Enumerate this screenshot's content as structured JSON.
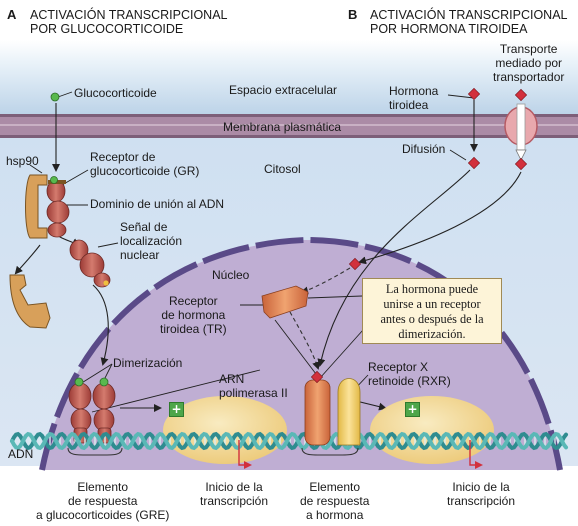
{
  "panel_a": {
    "letter": "A",
    "title": "ACTIVACIÓN TRANSCRIPCIONAL\nPOR GLUCOCORTICOIDE",
    "labels": {
      "glucocorticoide": "Glucocorticoide",
      "hsp90": "hsp90",
      "receptor_gr": "Receptor de\nglucocorticoide (GR)",
      "dominio": "Dominio de unión al ADN",
      "senal": "Señal de\nlocalización\nnuclear",
      "dimerizacion": "Dimerización",
      "arn_pol": "ARN\npolimerasa II",
      "adn": "ADN",
      "gre": "Elemento\nde respuesta\na glucocorticoides (GRE)",
      "inicio": "Inicio de la\ntranscripción"
    }
  },
  "panel_b": {
    "letter": "B",
    "title": "ACTIVACIÓN TRANSCRIPCIONAL\nPOR HORMONA TIROIDEA",
    "labels": {
      "transporte": "Transporte\nmediado por\ntransportador",
      "hormona_tiroidea": "Hormona\ntiroidea",
      "difusion": "Difusión",
      "receptor_tr": "Receptor\nde hormona\ntiroidea (TR)",
      "receptor_rxr": "Receptor X\nretinoide (RXR)",
      "elemento_hormona": "Elemento\nde respuesta\na hormona",
      "inicio": "Inicio de la\ntranscripción",
      "callout": "La hormona puede\nunirse a un receptor\nantes o después de la\ndimerización."
    }
  },
  "regions": {
    "espacio_extracelular": "Espacio extracelular",
    "membrana": "Membrana plasmática",
    "citosol": "Citosol",
    "nucleo": "Núcleo"
  }
}
